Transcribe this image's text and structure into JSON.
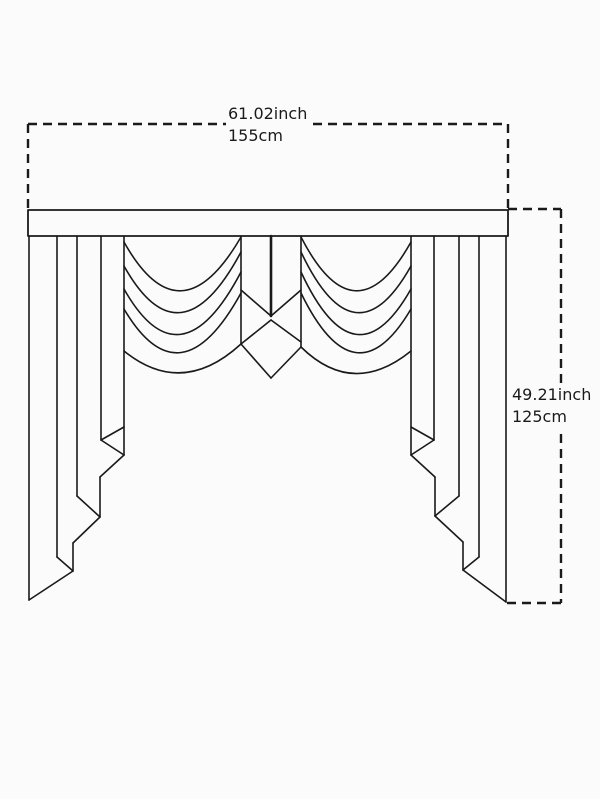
{
  "diagram": {
    "subject": "waterfall swag curtain valance",
    "colors": {
      "background": "#fbfbfb",
      "line": "#1a1a1a"
    },
    "dimensions": {
      "width": {
        "inch": "61.02inch",
        "cm": "155cm"
      },
      "height": {
        "inch": "49.21inch",
        "cm": "125cm"
      }
    }
  }
}
